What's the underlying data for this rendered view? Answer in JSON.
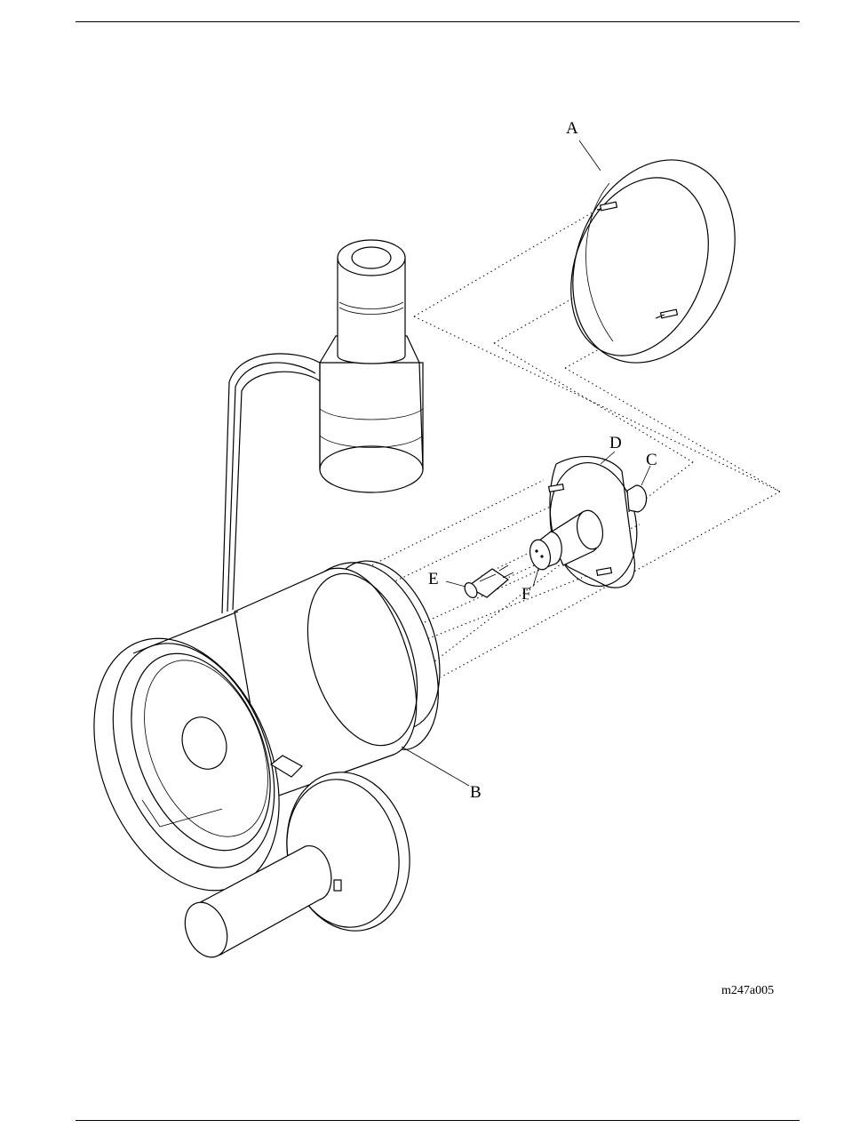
{
  "labels": {
    "a": "A",
    "b": "B",
    "c": "C",
    "d": "D",
    "e": "E",
    "f": "F"
  },
  "figure_code": "m247a005"
}
